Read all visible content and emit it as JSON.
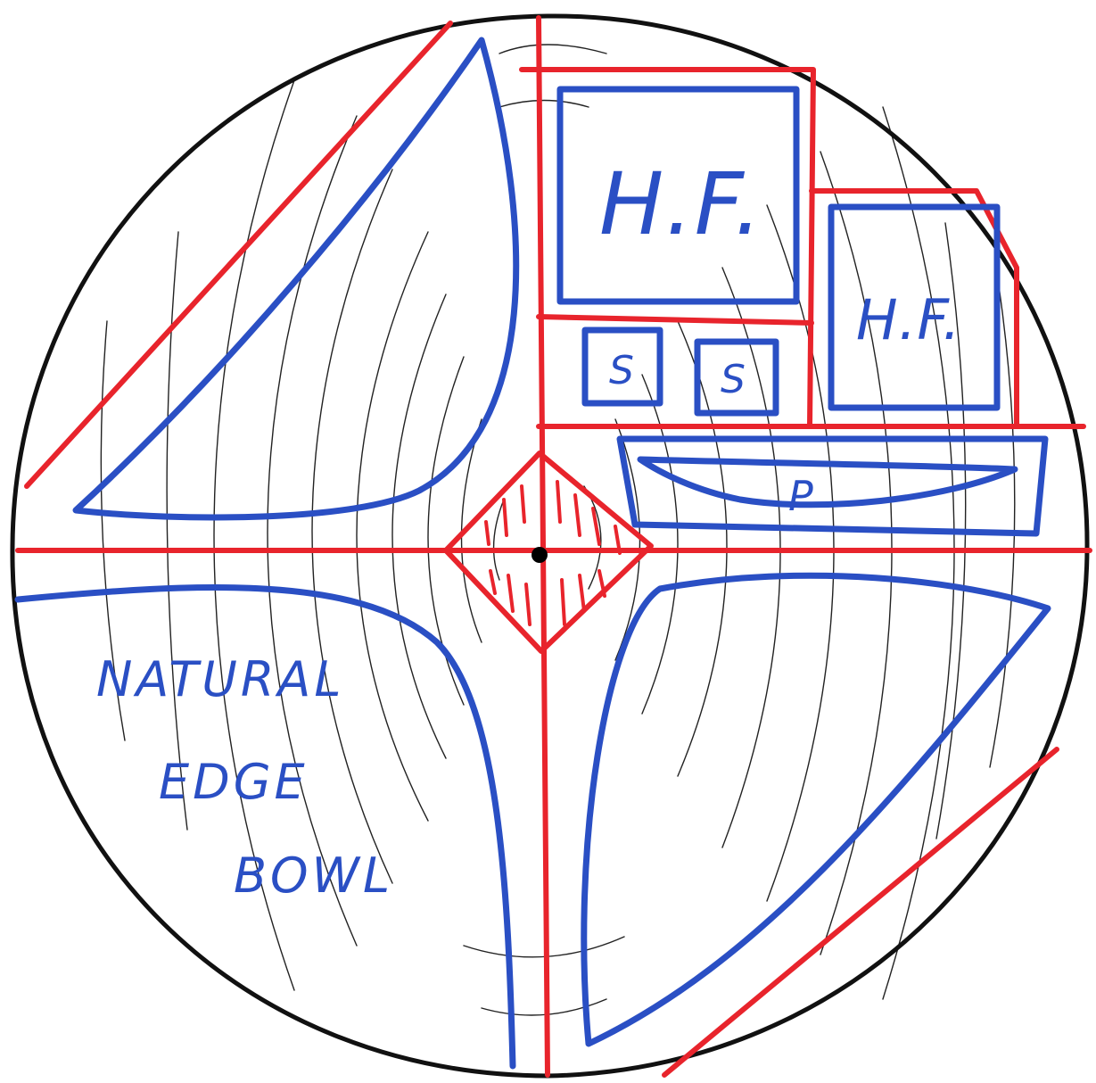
{
  "labels": {
    "hf_top": "H.F.",
    "hf_right": "H.F.",
    "s_left": "S",
    "s_right": "S",
    "p": "P",
    "bowl_line1": "NATURAL",
    "bowl_line2": "EDGE",
    "bowl_line3": "BOWL"
  },
  "colors": {
    "outline": "#111111",
    "blue_pen": "#2a4fc4",
    "red_pen": "#e8242c",
    "growth_rings": "#222222"
  }
}
